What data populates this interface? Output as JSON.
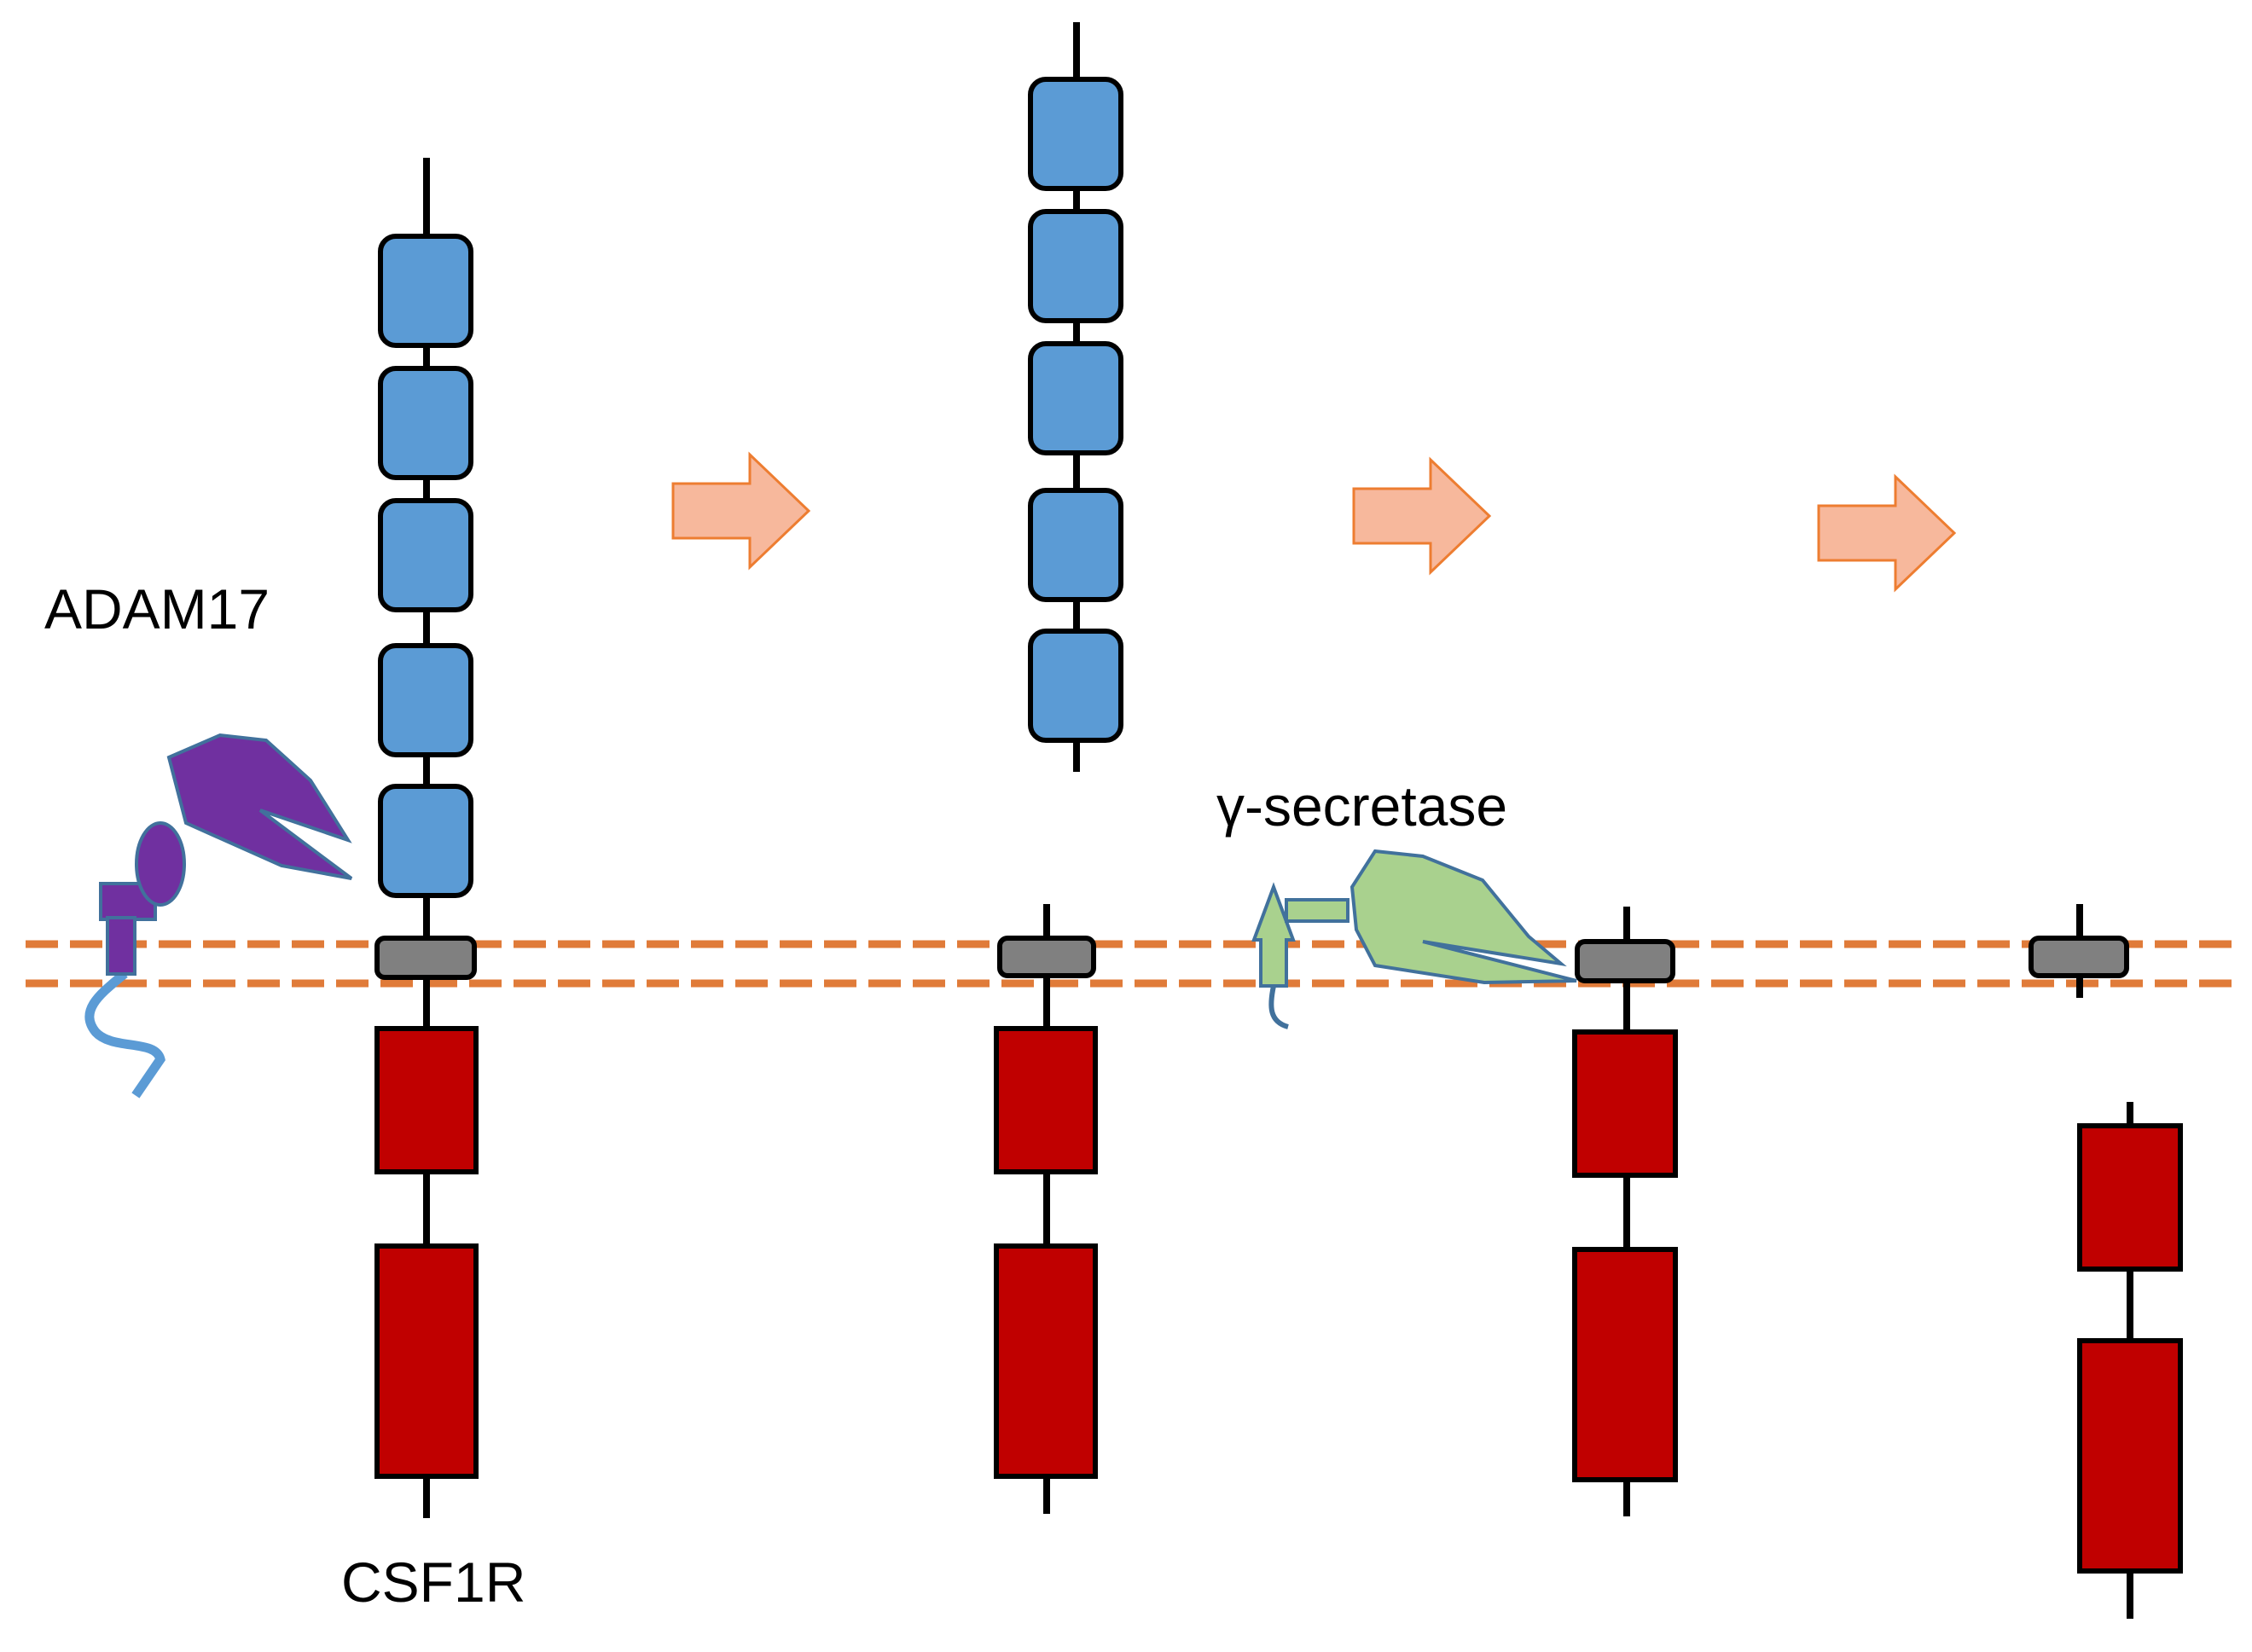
{
  "labels": {
    "adam17": "ADAM17",
    "gamma_secretase": "γ-secretase",
    "csf1r": "CSF1R"
  },
  "colors": {
    "ig_domain": "#5B9BD5",
    "kinase_domain": "#C00000",
    "transmembrane": "#808080",
    "membrane_line": "#E07B39",
    "arrow_fill": "#F7B89C",
    "arrow_stroke": "#ED7D31",
    "adam17": "#7030A0",
    "adam17_tail": "#5B9BD5",
    "gamma_secretase": "#A9D18E",
    "gamma_secretase_stroke": "#41719C",
    "outline": "#000000"
  }
}
